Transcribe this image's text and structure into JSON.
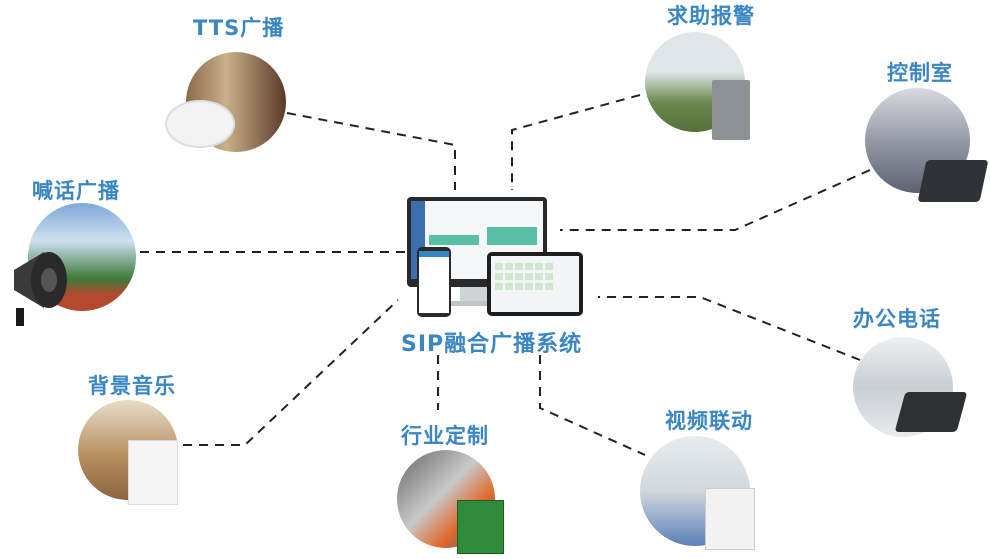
{
  "center": {
    "title": "SIP融合广播系统"
  },
  "nodes": [
    {
      "id": "tts",
      "label": "TTS广播"
    },
    {
      "id": "help",
      "label": "求助报警"
    },
    {
      "id": "control",
      "label": "控制室"
    },
    {
      "id": "shout",
      "label": "喊话广播"
    },
    {
      "id": "office",
      "label": "办公电话"
    },
    {
      "id": "bgm",
      "label": "背景音乐"
    },
    {
      "id": "industry",
      "label": "行业定制"
    },
    {
      "id": "video",
      "label": "视频联动"
    }
  ],
  "colors": {
    "label": "#3a86c4",
    "line": "#222222",
    "accent": "#5bbfa8"
  }
}
